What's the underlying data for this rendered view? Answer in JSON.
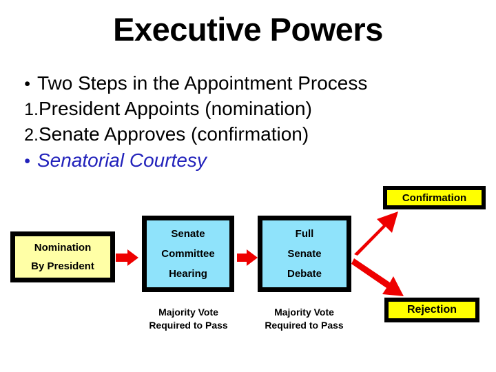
{
  "slide": {
    "title": "Executive Powers",
    "background_color": "#ffffff"
  },
  "bullets": [
    {
      "marker": "•",
      "text": "Two Steps in the Appointment Process",
      "level": 1,
      "style": "normal"
    },
    {
      "marker": "1.",
      "text": "President Appoints (nomination)",
      "level": 2,
      "style": "normal"
    },
    {
      "marker": "2.",
      "text": "Senate Approves (confirmation)",
      "level": 2,
      "style": "normal"
    },
    {
      "marker": "•",
      "text": "Senatorial Courtesy",
      "level": 1,
      "style": "italic-blue",
      "color": "#2222bb"
    }
  ],
  "diagram": {
    "nodes": {
      "nomination": {
        "lines": [
          "Nomination",
          "By President"
        ],
        "fill": "#ffffa6",
        "border": "#000000"
      },
      "committee": {
        "lines": [
          "Senate",
          "Committee",
          "Hearing"
        ],
        "fill": "#8fe3fb",
        "border": "#000000"
      },
      "full_senate": {
        "lines": [
          "Full",
          "Senate",
          "Debate"
        ],
        "fill": "#8fe3fb",
        "border": "#000000"
      },
      "confirmation": {
        "label": "Confirmation",
        "fill": "#ffff00",
        "border": "#000000"
      },
      "rejection": {
        "label": "Rejection",
        "fill": "#ffff00",
        "border": "#000000"
      }
    },
    "captions": {
      "committee": [
        "Majority Vote",
        "Required to Pass"
      ],
      "full_senate": [
        "Majority Vote",
        "Required to Pass"
      ]
    },
    "arrow_color": "#ee0000",
    "arrows": [
      {
        "name": "nomination-to-committee",
        "direction": "right"
      },
      {
        "name": "committee-to-full-senate",
        "direction": "right"
      },
      {
        "name": "full-senate-to-confirmation",
        "direction": "up-right"
      },
      {
        "name": "full-senate-to-rejection",
        "direction": "down-right"
      }
    ]
  }
}
